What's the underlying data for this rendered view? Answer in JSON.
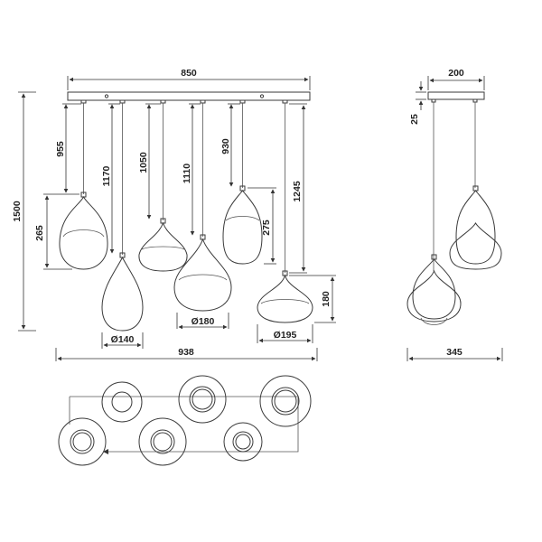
{
  "front_view": {
    "dimensions": {
      "canopy_width": "850",
      "overall_width": "938",
      "overall_height": "1500",
      "shade_1_height": "265",
      "cable_1": "955",
      "cable_2": "1170",
      "cable_3": "1050",
      "cable_4": "1110",
      "cable_5": "930",
      "shade_5_height": "275",
      "cable_6": "1245",
      "shade_6_height": "180",
      "diameter_2": "Ø140",
      "diameter_4": "Ø180",
      "diameter_6": "Ø195"
    }
  },
  "side_view": {
    "dimensions": {
      "canopy_depth": "200",
      "canopy_height": "25",
      "overall_depth": "345"
    }
  },
  "colors": {
    "line": "#3a3a3a",
    "shade_fill": "#e4e4e4",
    "background": "#ffffff"
  }
}
